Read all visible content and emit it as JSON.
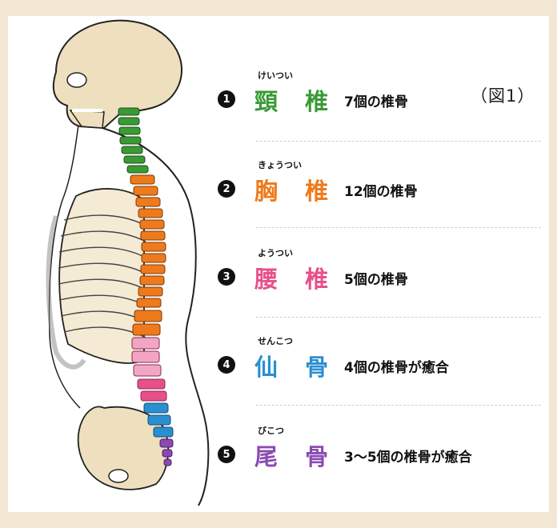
{
  "figure_label": "（図1）",
  "colors": {
    "cervical": "#3a9a35",
    "thoracic": "#ef7a1c",
    "lumbar": "#e8508a",
    "sacrum": "#2a8fd0",
    "coccyx": "#8a4ab3"
  },
  "regions": [
    {
      "number": "1",
      "ruby": "けいつい",
      "name": "頸 椎",
      "desc": "7個の椎骨"
    },
    {
      "number": "2",
      "ruby": "きょうつい",
      "name": "胸 椎",
      "desc": "12個の椎骨"
    },
    {
      "number": "3",
      "ruby": "ようつい",
      "name": "腰 椎",
      "desc": "5個の椎骨"
    },
    {
      "number": "4",
      "ruby": "せんこつ",
      "name": "仙 骨",
      "desc": "4個の椎骨が癒合"
    },
    {
      "number": "5",
      "ruby": "びこつ",
      "name": "尾 骨",
      "desc": "3〜5個の椎骨が癒合"
    }
  ]
}
